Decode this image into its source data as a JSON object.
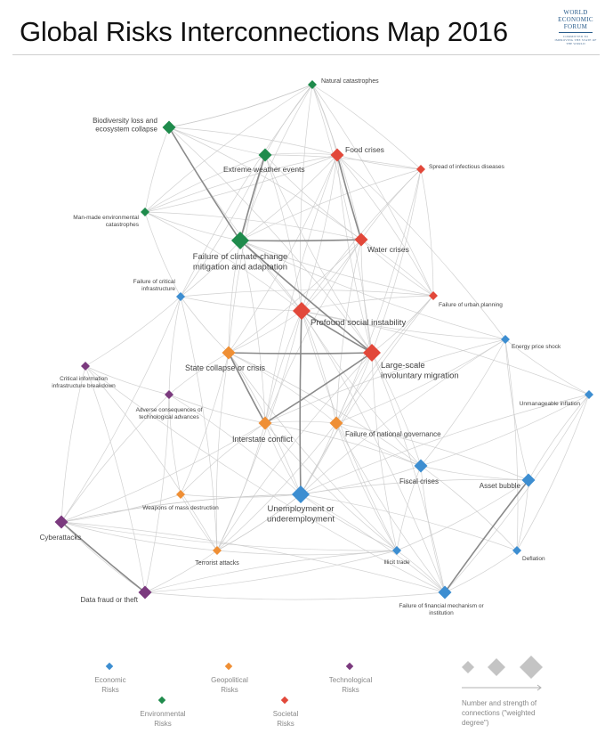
{
  "title": "Global Risks Interconnections Map 2016",
  "publisher": {
    "line1": "WORLD",
    "line2": "ECONOMIC",
    "line3": "FORUM",
    "tagline": "COMMITTED TO IMPROVING THE STATE OF THE WORLD"
  },
  "colors": {
    "economic": "#3d8ed1",
    "environmental": "#1f8b4c",
    "geopolitical": "#ef8f35",
    "societal": "#e2483a",
    "technological": "#7b3a7e",
    "edge": "#c9c9c9",
    "edge_strong": "#8a8a8a"
  },
  "nodes": [
    {
      "id": "natcat",
      "label": "Natural catastrophes",
      "cat": "environmental",
      "size": "s"
    },
    {
      "id": "biodiv",
      "label": "Biodiversity loss and ecosystem collapse",
      "cat": "environmental",
      "size": "m"
    },
    {
      "id": "extreme",
      "label": "Extreme weather events",
      "cat": "environmental",
      "size": "m"
    },
    {
      "id": "food",
      "label": "Food crises",
      "cat": "societal",
      "size": "m"
    },
    {
      "id": "infect",
      "label": "Spread of infectious diseases",
      "cat": "societal",
      "size": "s"
    },
    {
      "id": "manmade",
      "label": "Man-made environmental catastrophes",
      "cat": "environmental",
      "size": "s"
    },
    {
      "id": "climate",
      "label": "Failure of climate-change mitigation and adaptation",
      "cat": "environmental",
      "size": "l"
    },
    {
      "id": "water",
      "label": "Water crises",
      "cat": "societal",
      "size": "m"
    },
    {
      "id": "critinfra",
      "label": "Failure of critical infrastructure",
      "cat": "economic",
      "size": "s"
    },
    {
      "id": "urban",
      "label": "Failure of urban planning",
      "cat": "societal",
      "size": "s"
    },
    {
      "id": "social",
      "label": "Profound social instability",
      "cat": "societal",
      "size": "l"
    },
    {
      "id": "energy",
      "label": "Energy price shock",
      "cat": "economic",
      "size": "s"
    },
    {
      "id": "state",
      "label": "State collapse or crisis",
      "cat": "geopolitical",
      "size": "m"
    },
    {
      "id": "migration",
      "label": "Large-scale involuntary migration",
      "cat": "societal",
      "size": "l"
    },
    {
      "id": "ciib",
      "label": "Critical information infrastructure breakdown",
      "cat": "technological",
      "size": "s"
    },
    {
      "id": "inflation",
      "label": "Unmanageable inflation",
      "cat": "economic",
      "size": "s"
    },
    {
      "id": "adverse",
      "label": "Adverse consequences of technological advances",
      "cat": "technological",
      "size": "s"
    },
    {
      "id": "interstate",
      "label": "Interstate conflict",
      "cat": "geopolitical",
      "size": "m"
    },
    {
      "id": "governance",
      "label": "Failure of national governance",
      "cat": "geopolitical",
      "size": "m"
    },
    {
      "id": "fiscal",
      "label": "Fiscal crises",
      "cat": "economic",
      "size": "m"
    },
    {
      "id": "bubble",
      "label": "Asset bubble",
      "cat": "economic",
      "size": "m"
    },
    {
      "id": "wmd",
      "label": "Weapons of mass destruction",
      "cat": "geopolitical",
      "size": "s"
    },
    {
      "id": "unemp",
      "label": "Unemployment or underemployment",
      "cat": "economic",
      "size": "l"
    },
    {
      "id": "cyber",
      "label": "Cyberattacks",
      "cat": "technological",
      "size": "m"
    },
    {
      "id": "terror",
      "label": "Terrorist attacks",
      "cat": "geopolitical",
      "size": "s"
    },
    {
      "id": "illicit",
      "label": "Illicit trade",
      "cat": "economic",
      "size": "s"
    },
    {
      "id": "deflation",
      "label": "Deflation",
      "cat": "economic",
      "size": "s"
    },
    {
      "id": "fraud",
      "label": "Data fraud or theft",
      "cat": "technological",
      "size": "m"
    },
    {
      "id": "finmech",
      "label": "Failure of financial mechanism or institution",
      "cat": "economic",
      "size": "m"
    }
  ],
  "strong_links": [
    [
      "biodiv",
      "climate"
    ],
    [
      "extreme",
      "climate"
    ],
    [
      "climate",
      "water"
    ],
    [
      "food",
      "water"
    ],
    [
      "social",
      "migration"
    ],
    [
      "state",
      "migration"
    ],
    [
      "social",
      "unemp"
    ],
    [
      "interstate",
      "migration"
    ],
    [
      "state",
      "interstate"
    ],
    [
      "cyber",
      "fraud"
    ],
    [
      "bubble",
      "finmech"
    ],
    [
      "climate",
      "migration"
    ]
  ],
  "links": [
    [
      "natcat",
      "biodiv"
    ],
    [
      "natcat",
      "extreme"
    ],
    [
      "natcat",
      "food"
    ],
    [
      "natcat",
      "climate"
    ],
    [
      "natcat",
      "water"
    ],
    [
      "natcat",
      "social"
    ],
    [
      "natcat",
      "migration"
    ],
    [
      "natcat",
      "manmade"
    ],
    [
      "natcat",
      "infect"
    ],
    [
      "natcat",
      "critinfra"
    ],
    [
      "natcat",
      "urban"
    ],
    [
      "biodiv",
      "extreme"
    ],
    [
      "biodiv",
      "food"
    ],
    [
      "biodiv",
      "manmade"
    ],
    [
      "biodiv",
      "water"
    ],
    [
      "biodiv",
      "social"
    ],
    [
      "biodiv",
      "migration"
    ],
    [
      "biodiv",
      "natcat"
    ],
    [
      "extreme",
      "food"
    ],
    [
      "extreme",
      "water"
    ],
    [
      "extreme",
      "social"
    ],
    [
      "extreme",
      "migration"
    ],
    [
      "extreme",
      "critinfra"
    ],
    [
      "extreme",
      "manmade"
    ],
    [
      "extreme",
      "infect"
    ],
    [
      "extreme",
      "state"
    ],
    [
      "food",
      "social"
    ],
    [
      "food",
      "migration"
    ],
    [
      "food",
      "climate"
    ],
    [
      "food",
      "infect"
    ],
    [
      "food",
      "state"
    ],
    [
      "food",
      "interstate"
    ],
    [
      "food",
      "energy"
    ],
    [
      "food",
      "manmade"
    ],
    [
      "food",
      "urban"
    ],
    [
      "infect",
      "social"
    ],
    [
      "infect",
      "migration"
    ],
    [
      "infect",
      "water"
    ],
    [
      "infect",
      "urban"
    ],
    [
      "infect",
      "climate"
    ],
    [
      "infect",
      "governance"
    ],
    [
      "manmade",
      "climate"
    ],
    [
      "manmade",
      "water"
    ],
    [
      "manmade",
      "critinfra"
    ],
    [
      "manmade",
      "social"
    ],
    [
      "manmade",
      "food"
    ],
    [
      "climate",
      "social"
    ],
    [
      "climate",
      "state"
    ],
    [
      "climate",
      "critinfra"
    ],
    [
      "climate",
      "urban"
    ],
    [
      "climate",
      "interstate"
    ],
    [
      "climate",
      "energy"
    ],
    [
      "water",
      "social"
    ],
    [
      "water",
      "migration"
    ],
    [
      "water",
      "state"
    ],
    [
      "water",
      "interstate"
    ],
    [
      "water",
      "urban"
    ],
    [
      "water",
      "governance"
    ],
    [
      "critinfra",
      "ciib"
    ],
    [
      "critinfra",
      "social"
    ],
    [
      "critinfra",
      "cyber"
    ],
    [
      "critinfra",
      "adverse"
    ],
    [
      "critinfra",
      "urban"
    ],
    [
      "critinfra",
      "state"
    ],
    [
      "critinfra",
      "terror"
    ],
    [
      "urban",
      "social"
    ],
    [
      "urban",
      "migration"
    ],
    [
      "urban",
      "unemp"
    ],
    [
      "urban",
      "water"
    ],
    [
      "urban",
      "governance"
    ],
    [
      "social",
      "state"
    ],
    [
      "social",
      "interstate"
    ],
    [
      "social",
      "governance"
    ],
    [
      "social",
      "fiscal"
    ],
    [
      "social",
      "terror"
    ],
    [
      "social",
      "energy"
    ],
    [
      "social",
      "inflation"
    ],
    [
      "social",
      "illicit"
    ],
    [
      "social",
      "finmech"
    ],
    [
      "energy",
      "inflation"
    ],
    [
      "energy",
      "fiscal"
    ],
    [
      "energy",
      "bubble"
    ],
    [
      "energy",
      "deflation"
    ],
    [
      "energy",
      "interstate"
    ],
    [
      "energy",
      "governance"
    ],
    [
      "energy",
      "unemp"
    ],
    [
      "state",
      "governance"
    ],
    [
      "state",
      "terror"
    ],
    [
      "state",
      "wmd"
    ],
    [
      "state",
      "adverse"
    ],
    [
      "state",
      "unemp"
    ],
    [
      "state",
      "illicit"
    ],
    [
      "state",
      "fiscal"
    ],
    [
      "migration",
      "governance"
    ],
    [
      "migration",
      "unemp"
    ],
    [
      "migration",
      "terror"
    ],
    [
      "migration",
      "fiscal"
    ],
    [
      "migration",
      "illicit"
    ],
    [
      "migration",
      "finmech"
    ],
    [
      "ciib",
      "cyber"
    ],
    [
      "ciib",
      "fraud"
    ],
    [
      "ciib",
      "adverse"
    ],
    [
      "ciib",
      "terror"
    ],
    [
      "ciib",
      "finmech"
    ],
    [
      "inflation",
      "fiscal"
    ],
    [
      "inflation",
      "bubble"
    ],
    [
      "inflation",
      "deflation"
    ],
    [
      "inflation",
      "unemp"
    ],
    [
      "inflation",
      "finmech"
    ],
    [
      "adverse",
      "cyber"
    ],
    [
      "adverse",
      "fraud"
    ],
    [
      "adverse",
      "wmd"
    ],
    [
      "adverse",
      "unemp"
    ],
    [
      "adverse",
      "interstate"
    ],
    [
      "interstate",
      "governance"
    ],
    [
      "interstate",
      "wmd"
    ],
    [
      "interstate",
      "terror"
    ],
    [
      "interstate",
      "unemp"
    ],
    [
      "interstate",
      "cyber"
    ],
    [
      "interstate",
      "illicit"
    ],
    [
      "interstate",
      "fiscal"
    ],
    [
      "governance",
      "fiscal"
    ],
    [
      "governance",
      "unemp"
    ],
    [
      "governance",
      "illicit"
    ],
    [
      "governance",
      "terror"
    ],
    [
      "governance",
      "finmech"
    ],
    [
      "governance",
      "bubble"
    ],
    [
      "fiscal",
      "bubble"
    ],
    [
      "fiscal",
      "unemp"
    ],
    [
      "fiscal",
      "finmech"
    ],
    [
      "fiscal",
      "deflation"
    ],
    [
      "fiscal",
      "illicit"
    ],
    [
      "bubble",
      "deflation"
    ],
    [
      "bubble",
      "unemp"
    ],
    [
      "bubble",
      "illicit"
    ],
    [
      "wmd",
      "terror"
    ],
    [
      "wmd",
      "cyber"
    ],
    [
      "wmd",
      "unemp"
    ],
    [
      "unemp",
      "terror"
    ],
    [
      "unemp",
      "illicit"
    ],
    [
      "unemp",
      "finmech"
    ],
    [
      "unemp",
      "cyber"
    ],
    [
      "unemp",
      "deflation"
    ],
    [
      "cyber",
      "terror"
    ],
    [
      "cyber",
      "finmech"
    ],
    [
      "cyber",
      "illicit"
    ],
    [
      "cyber",
      "unemp"
    ],
    [
      "terror",
      "illicit"
    ],
    [
      "terror",
      "fraud"
    ],
    [
      "terror",
      "unemp"
    ],
    [
      "illicit",
      "finmech"
    ],
    [
      "illicit",
      "fraud"
    ],
    [
      "deflation",
      "finmech"
    ],
    [
      "fraud",
      "finmech"
    ],
    [
      "fraud",
      "cyber"
    ],
    [
      "fraud",
      "illicit"
    ]
  ],
  "legend": {
    "categories": [
      {
        "key": "economic",
        "label": "Economic Risks"
      },
      {
        "key": "environmental",
        "label": "Environmental Risks"
      },
      {
        "key": "geopolitical",
        "label": "Geopolitical Risks"
      },
      {
        "key": "societal",
        "label": "Societal Risks"
      },
      {
        "key": "technological",
        "label": "Technological Risks"
      }
    ],
    "strength_label": "Number and strength of connections (\"weighted degree\")"
  }
}
